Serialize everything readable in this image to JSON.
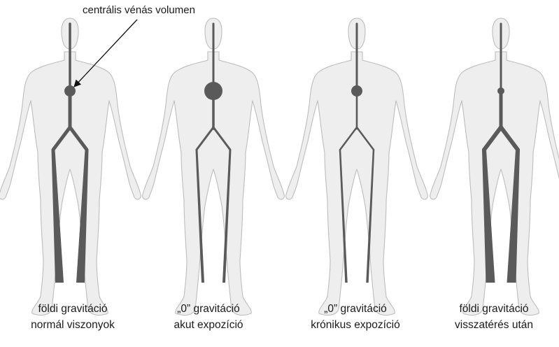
{
  "annotation": {
    "label": "centrális vénás volumen",
    "points_to": "figure 1 central dot"
  },
  "figures": [
    {
      "id": "fig1",
      "line1": "földi gravitáció",
      "line2": "normál viszonyok",
      "neck_w": 3.5,
      "trunk_w": 5,
      "leg_w": 5,
      "leg_w_bottom": 12,
      "dot_r": 8
    },
    {
      "id": "fig2",
      "line1": "„0” gravitáció",
      "line2": "akut expozíció",
      "neck_w": 3,
      "trunk_w": 3.5,
      "leg_w": 3,
      "leg_w_bottom": 4,
      "dot_r": 13
    },
    {
      "id": "fig3",
      "line1": "„0” gravitáció",
      "line2": "krónikus expozíció",
      "neck_w": 3,
      "trunk_w": 2.6,
      "leg_w": 2.5,
      "leg_w_bottom": 3.5,
      "dot_r": 8
    },
    {
      "id": "fig4",
      "line1": "földi gravitáció",
      "line2": "visszatérés után",
      "neck_w": 3,
      "trunk_w": 5,
      "leg_w": 6,
      "leg_w_bottom": 13,
      "dot_r": 5
    }
  ],
  "colors": {
    "body_fill": "#eeeeee",
    "body_stroke": "#bdbdbd",
    "vein": "#5a5a5a",
    "arrow": "#111111"
  }
}
